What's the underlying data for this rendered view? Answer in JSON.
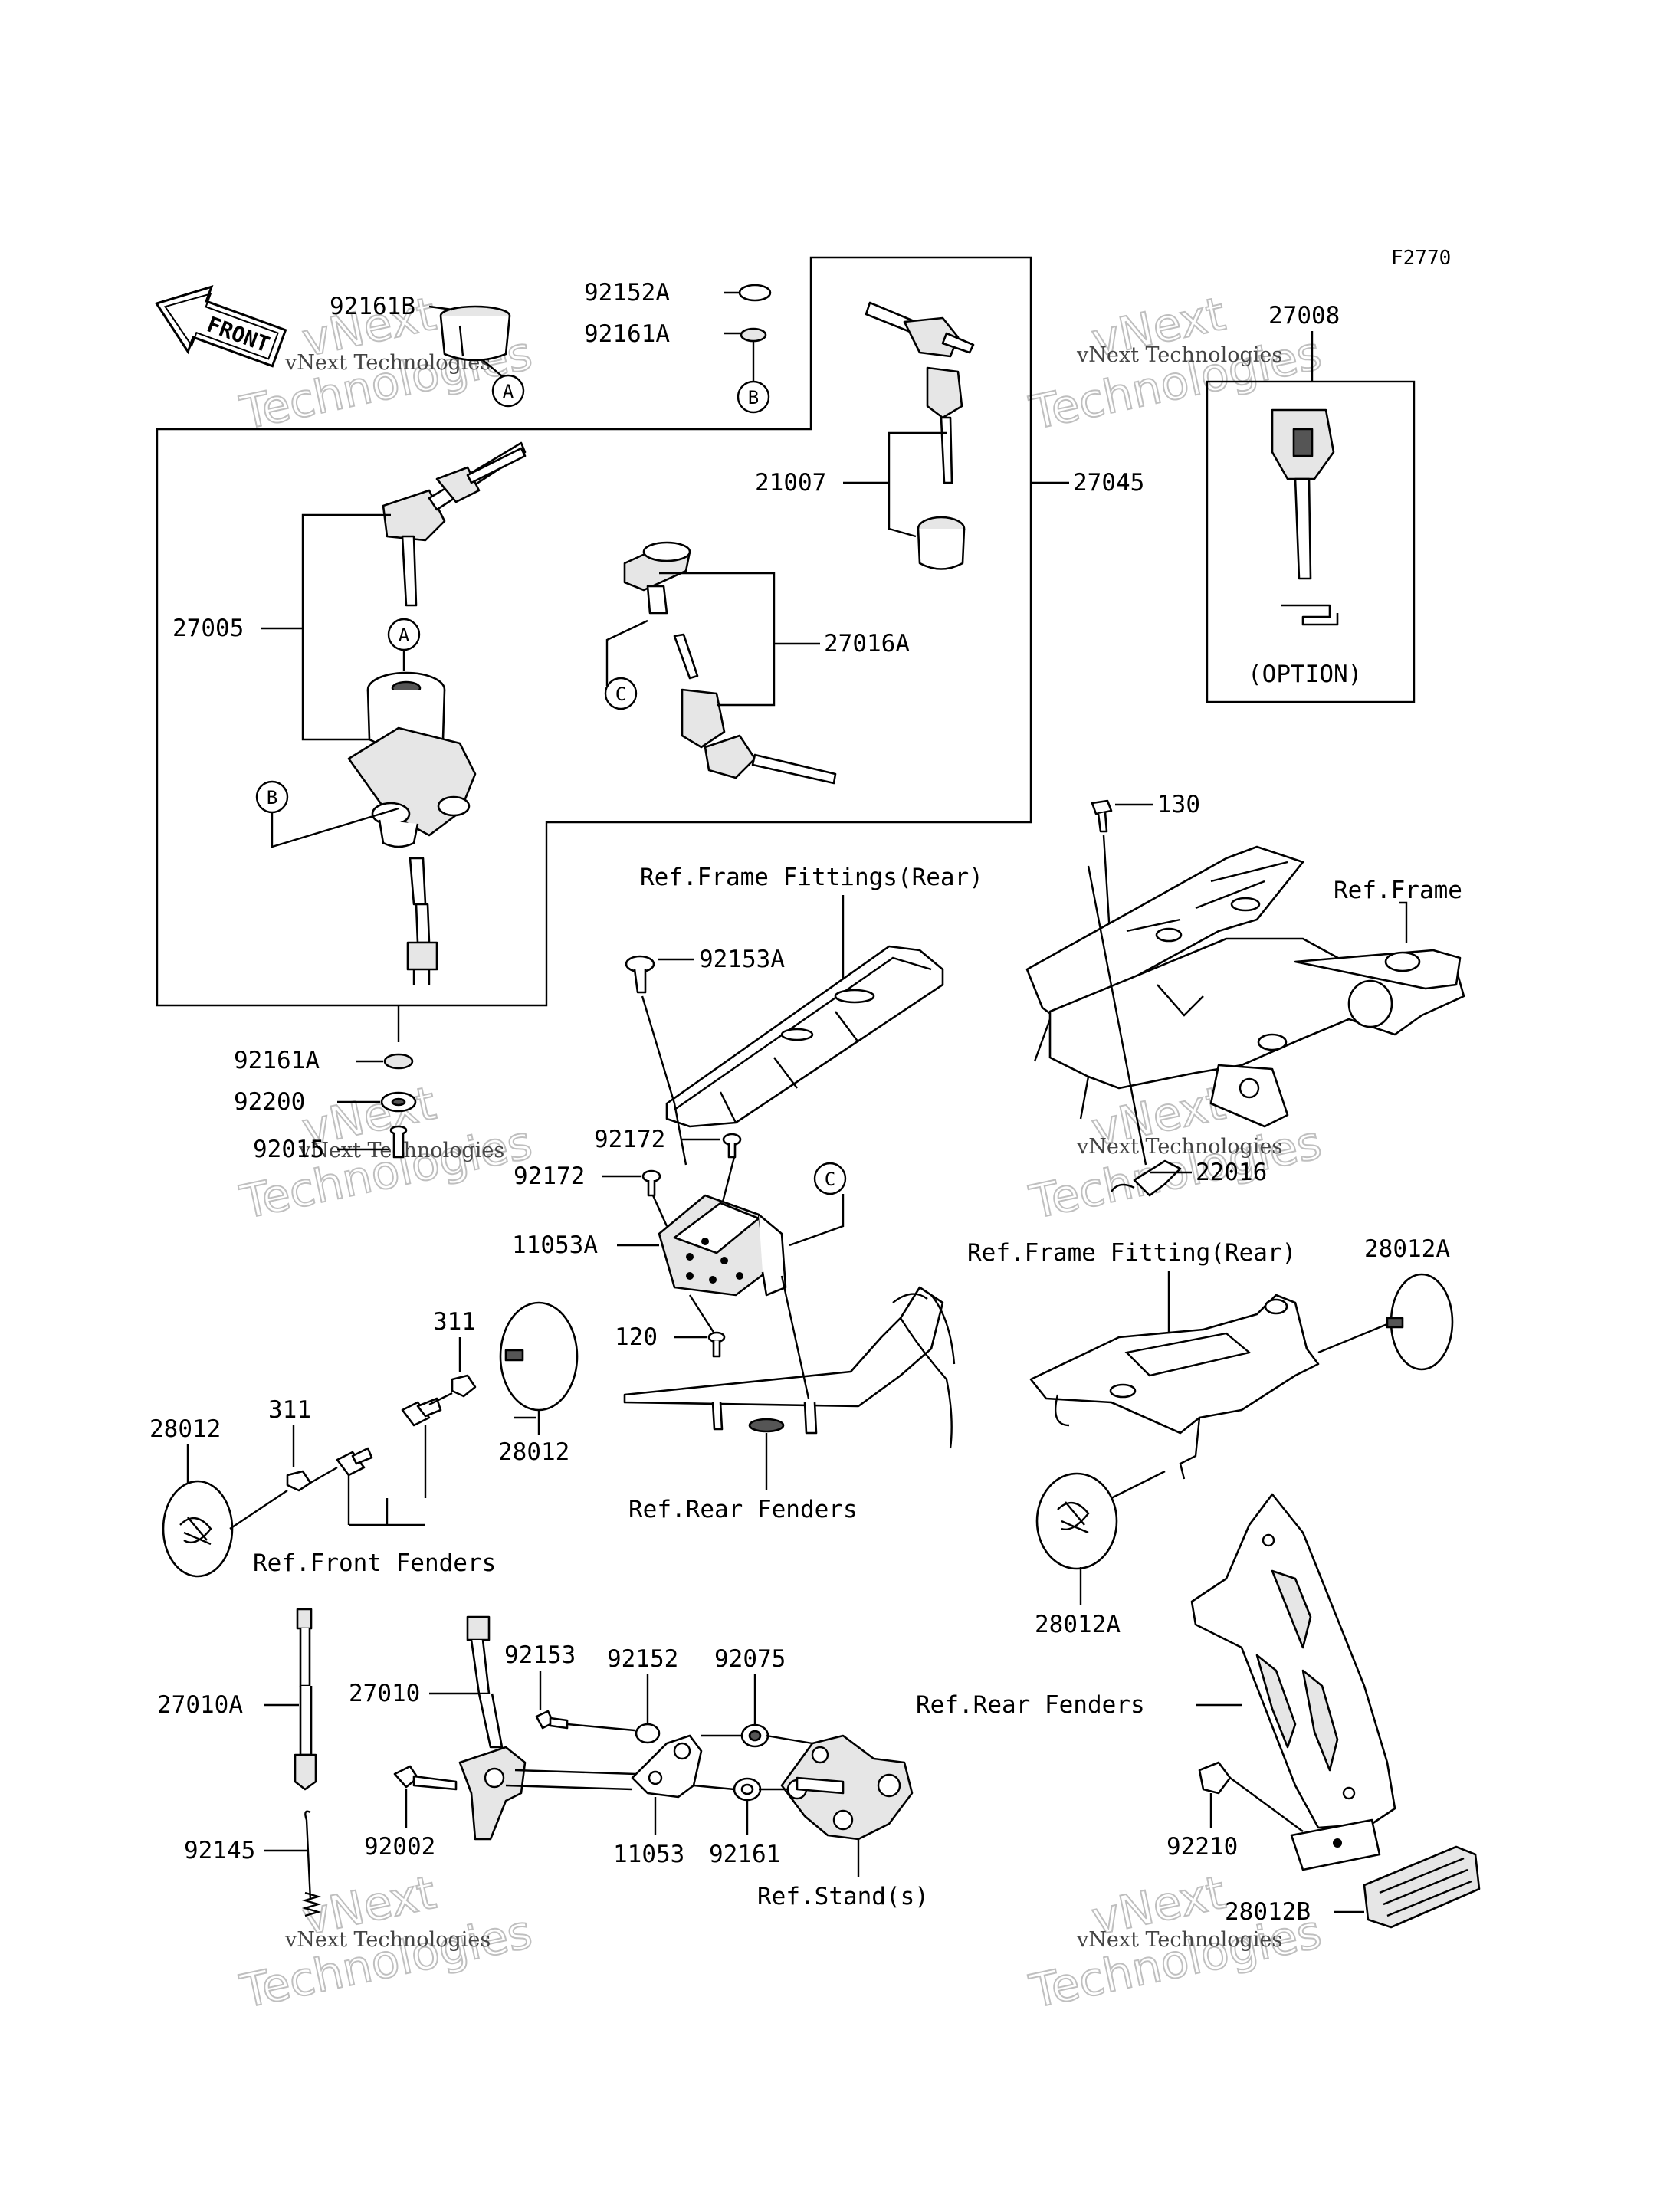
{
  "figure_code": "F2770",
  "front_arrow_label": "FRONT",
  "watermark": {
    "line1": "vNext",
    "line2": "Technologies",
    "small": "vNext Technologies"
  },
  "callouts": {
    "A": "A",
    "B": "B",
    "C": "C"
  },
  "parts": {
    "p92161B": "92161B",
    "p92152A": "92152A",
    "p92161A_top": "92161A",
    "p27008": "27008",
    "p21007": "21007",
    "p27045": "27045",
    "p27005": "27005",
    "p27016A": "27016A",
    "option": "(OPTION)",
    "p130": "130",
    "ref_frame": "Ref.Frame",
    "ref_frame_fittings_rear": "Ref.Frame Fittings(Rear)",
    "p92153A": "92153A",
    "p92161A_low": "92161A",
    "p92200": "92200",
    "p92015": "92015",
    "p92172_a": "92172",
    "p92172_b": "92172",
    "p11053A": "11053A",
    "p22016": "22016",
    "ref_frame_fitting_rear2": "Ref.Frame Fitting(Rear)",
    "p28012A_top": "28012A",
    "p311_a": "311",
    "p120": "120",
    "p28012_left": "28012",
    "p311_b": "311",
    "p28012_mid": "28012",
    "ref_rear_fenders_mid": "Ref.Rear Fenders",
    "ref_front_fenders": "Ref.Front Fenders",
    "p28012A_bot": "28012A",
    "p92153": "92153",
    "p92152": "92152",
    "p92075": "92075",
    "p27010A": "27010A",
    "p27010": "27010",
    "ref_rear_fenders_right": "Ref.Rear Fenders",
    "p92145": "92145",
    "p92002": "92002",
    "p11053": "11053",
    "p92161": "92161",
    "p92210": "92210",
    "ref_stands": "Ref.Stand(s)",
    "p28012B": "28012B"
  }
}
